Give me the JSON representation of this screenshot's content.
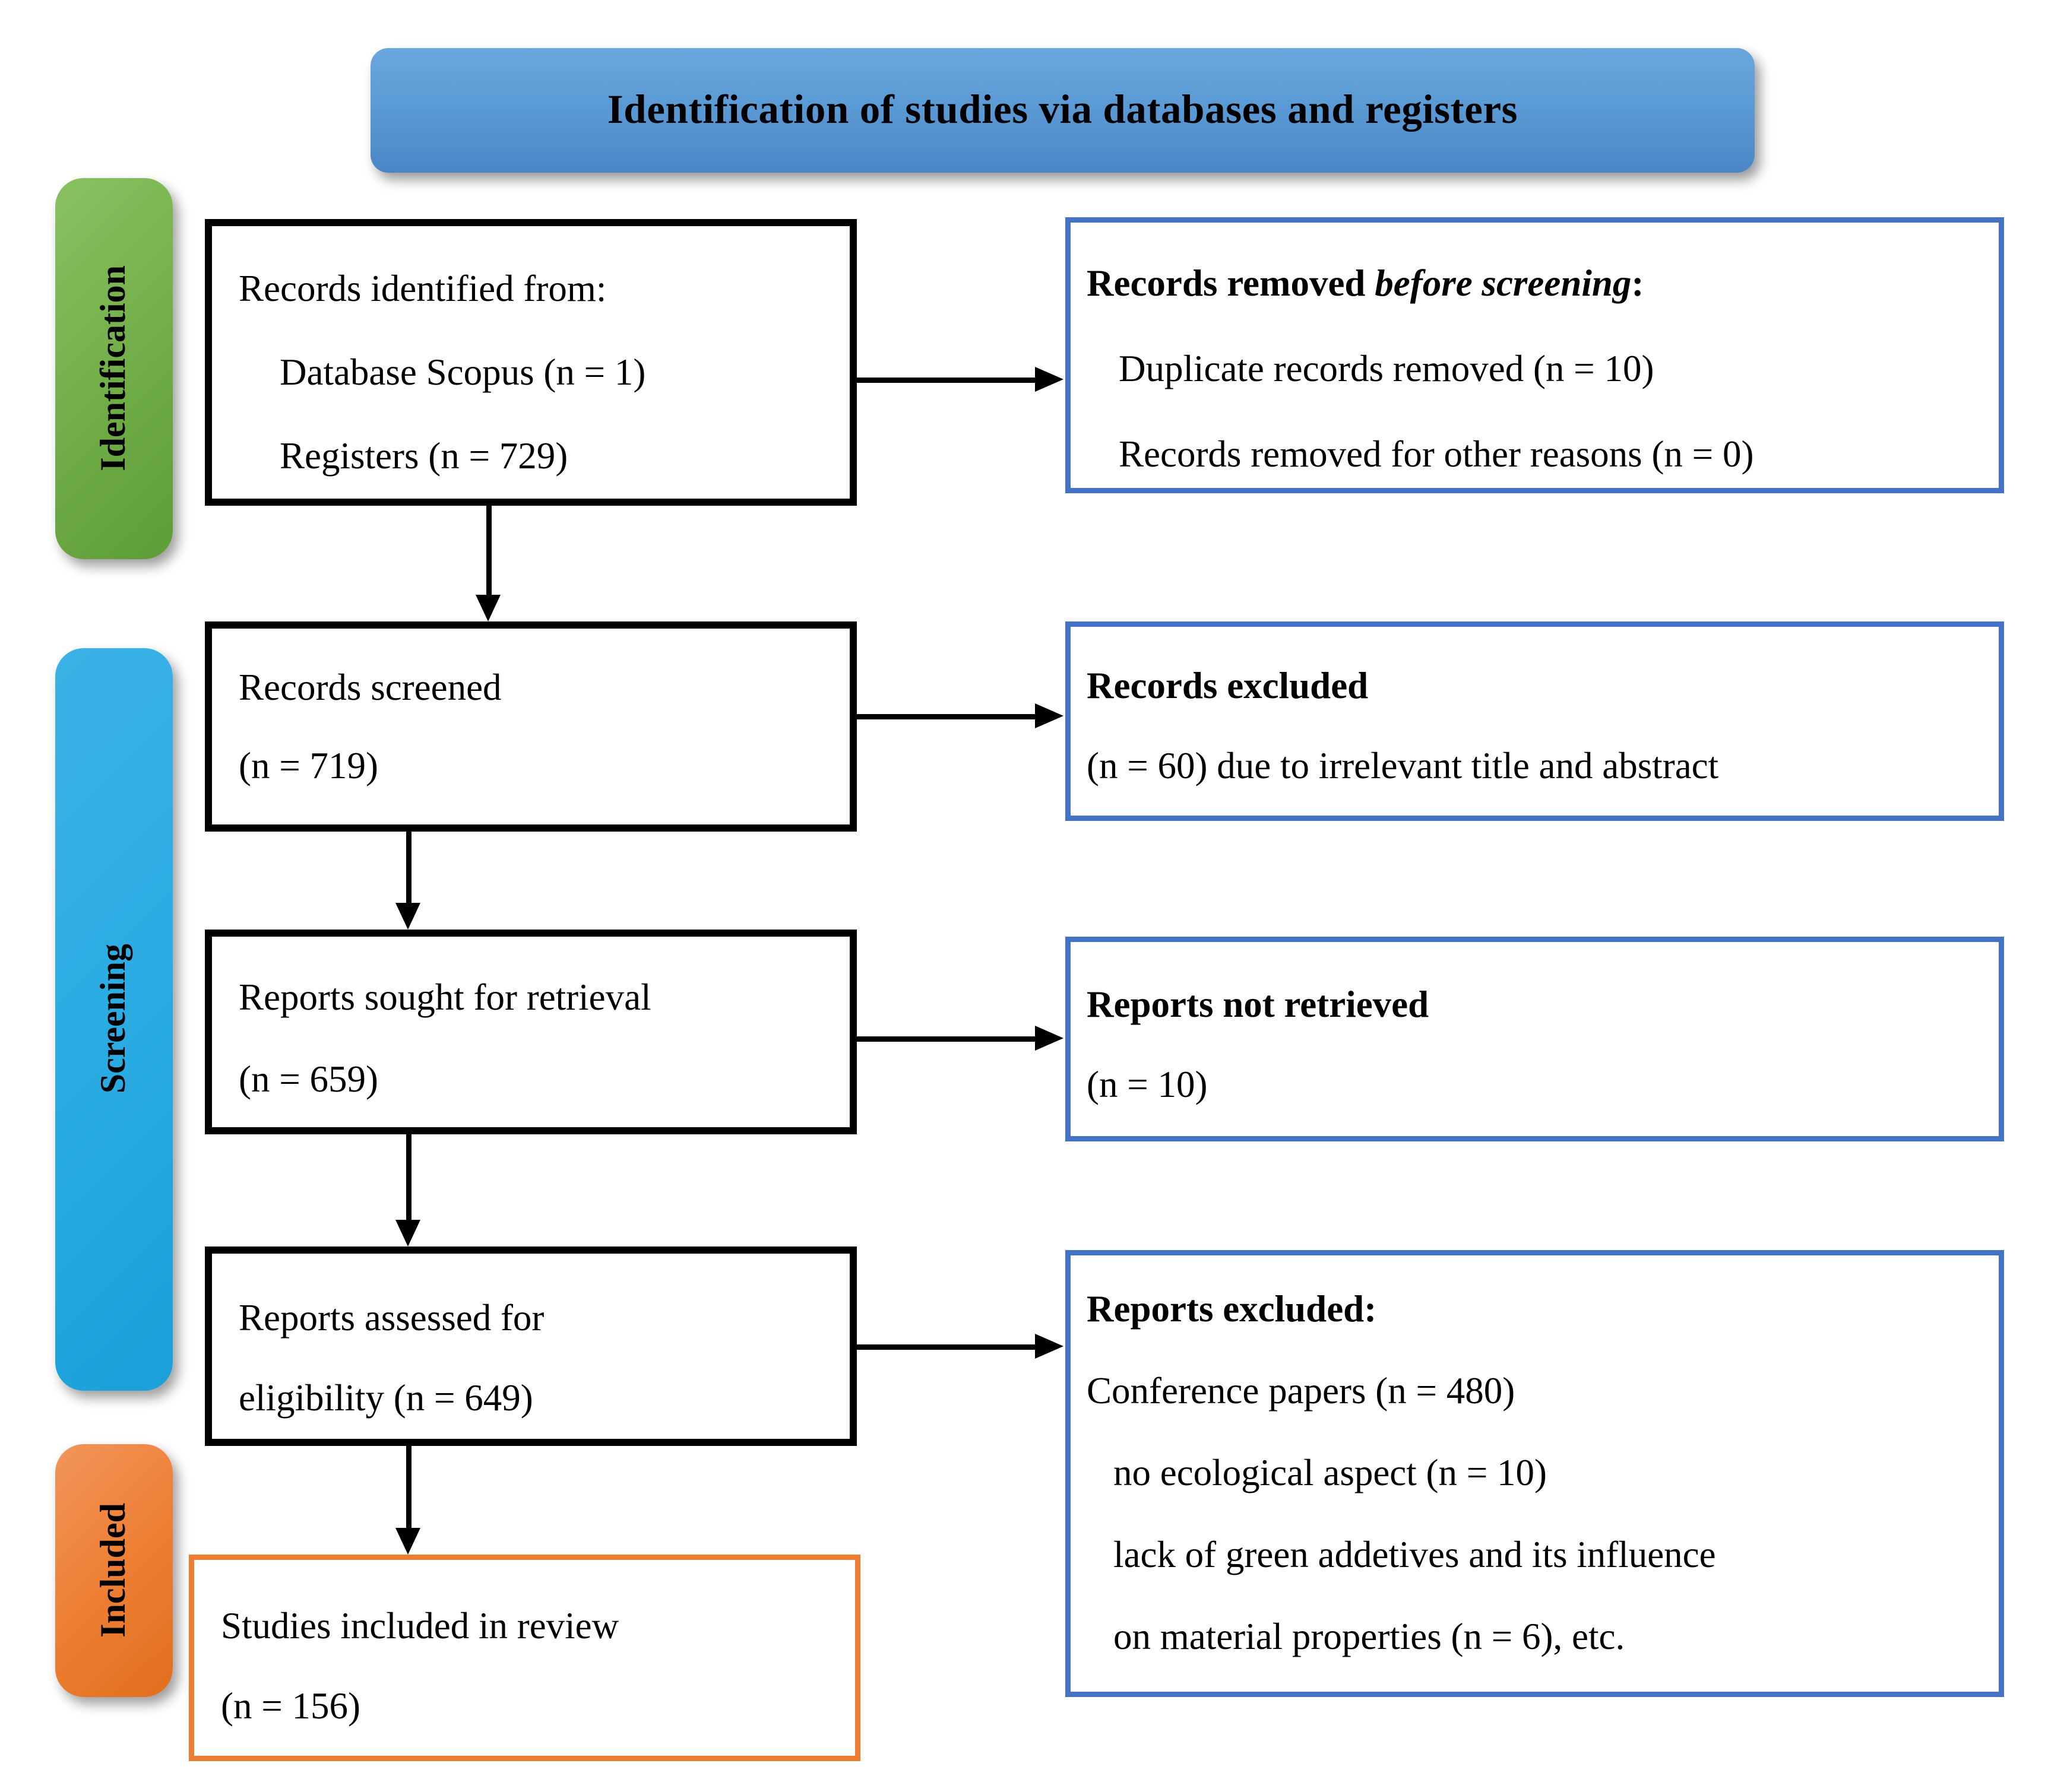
{
  "banner": {
    "title": "Identification of studies via databases and registers",
    "color": "#5B9BD5"
  },
  "stages": [
    {
      "label": "Identification",
      "color": "#70AD47"
    },
    {
      "label": "Screening",
      "color": "#29ABE2"
    },
    {
      "label": "Included",
      "color": "#ED7D31"
    }
  ],
  "flow": {
    "records_identified": {
      "l1": "Records identified from:",
      "l2": "Database Scopus (n = 1)",
      "l3": "Registers (n = 729)"
    },
    "records_removed": {
      "h_prefix": "Records removed ",
      "h_italic": "before screening",
      "h_suffix": ":",
      "l2": "Duplicate records removed (n = 10)",
      "l3": "Records removed for other reasons (n = 0)"
    },
    "records_screened": {
      "l1": "Records screened",
      "l2": "(n = 719)"
    },
    "records_excluded": {
      "l1": "Records excluded",
      "l2": "(n = 60) due to irrelevant title and abstract"
    },
    "reports_sought": {
      "l1": "Reports sought for retrieval",
      "l2": "(n = 659)"
    },
    "reports_not_retrieved": {
      "l1": "Reports not retrieved",
      "l2": "(n = 10)"
    },
    "reports_assessed": {
      "l1": "Reports assessed for",
      "l2": "eligibility (n = 649)"
    },
    "reports_excluded": {
      "l1": "Reports excluded:",
      "l2": "Conference papers (n = 480)",
      "l3": "no ecological aspect (n = 10)",
      "l4": "lack of green addetives and its influence",
      "l5": "on material properties (n = 6), etc."
    },
    "studies_included": {
      "l1": "Studies included in review",
      "l2": "(n = 156)"
    }
  },
  "colors": {
    "right_box_border": "#4472C4",
    "included_box_border": "#ED7D31",
    "black_box_border": "#000000"
  }
}
